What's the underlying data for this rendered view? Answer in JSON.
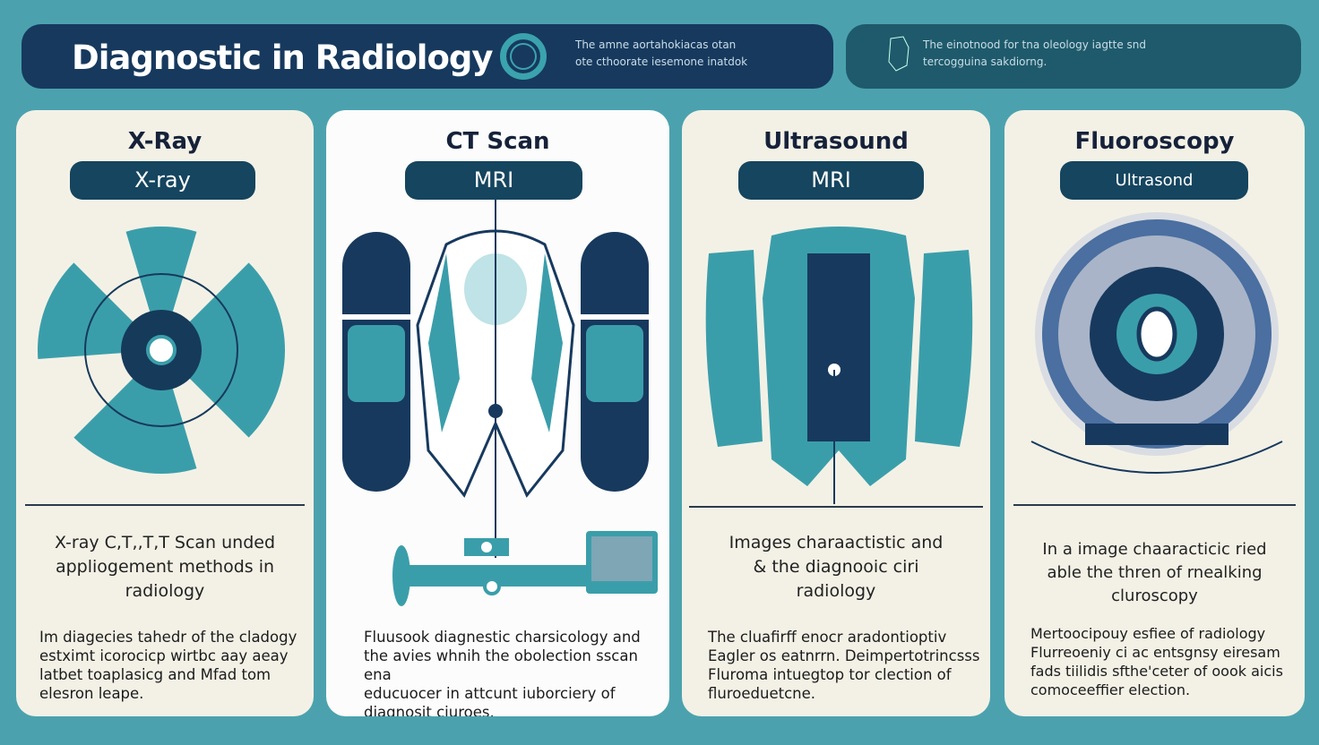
{
  "header": {
    "title": "Diagnostic in Radiology",
    "subtitle_left": [
      "The amne aortahokiacas otan",
      "ote cthoorate iesemone inatdok"
    ],
    "subtitle_right": [
      "The einotnood for tna oleology iagtte snd",
      "tercogguina sakdiorng."
    ]
  },
  "cards": [
    {
      "title": "X-Ray",
      "pill": "X-ray",
      "caption": [
        "X-ray C,T,,T,T Scan unded",
        "appliogement methods in",
        "radiology"
      ],
      "body": [
        "Im diagecies tahedr of the cladogy",
        "estximt icorocicp wirtbc aay aeay",
        "latbet toaplasicg and Mfad tom",
        "elesron leape."
      ]
    },
    {
      "title": "CT Scan",
      "pill": "MRI",
      "caption": [],
      "body": [
        "Fluusook diagnestic charsicology and",
        "the avies whnih the obolection sscan ena",
        "educuocer in attcunt iuborciery of",
        "diagnosit ciuroes."
      ]
    },
    {
      "title": "Ultrasound",
      "pill": "MRI",
      "caption": [
        "Images charaactistic and",
        "& the diagnooic ciri",
        "radiology"
      ],
      "body": [
        "The cluafirff enocr aradontioptiv",
        "Eagler os eatnrrn. Deimpertotrincsss",
        "Fluroma intuegtop tor clection of",
        "fluroeduetcne."
      ]
    },
    {
      "title": "Fluoroscopy",
      "pill": "Ultrasond",
      "caption": [
        "In a image chaaracticic ried",
        "able the thren of rnealking",
        "cluroscopy"
      ],
      "body": [
        "Mertoocipouy esfiee of radiology",
        "Flurreoeniy ci ac entsgnsy eiresam",
        "fads tiilidis sfthe'ceter of oook aicis",
        "comoceeffier election."
      ]
    }
  ],
  "colors": {
    "background": "#4ba2ae",
    "navy": "#17395e",
    "teal": "#3aa3ad",
    "card": "#f3f1e6"
  }
}
